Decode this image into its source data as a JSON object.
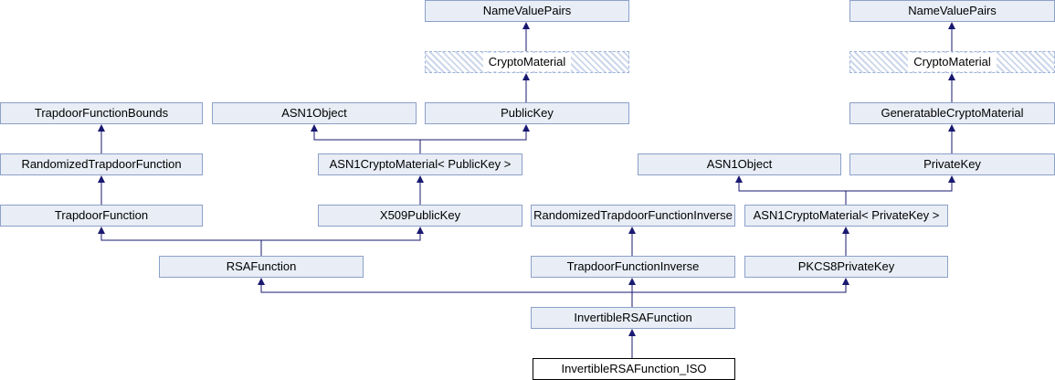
{
  "diagram": {
    "kind": "class-inheritance-graph",
    "main_class": "InvertibleRSAFunction_ISO",
    "colors": {
      "node_fill": "#E8EDF6",
      "node_border": "#8CA0C8",
      "edge": "#191970",
      "hatch_stripe": "#CCD7EB",
      "hatched_border": "#9FB3DA",
      "main_node_border": "#000000",
      "main_node_fill": "#FFFFFF",
      "text": "#000000",
      "background": "#FFFFFF"
    },
    "nodes": [
      {
        "label": "NameValuePairs",
        "style": "normal"
      },
      {
        "label": "CryptoMaterial",
        "style": "hatched"
      },
      {
        "label": "TrapdoorFunctionBounds",
        "style": "normal"
      },
      {
        "label": "ASN1Object",
        "style": "normal"
      },
      {
        "label": "PublicKey",
        "style": "normal"
      },
      {
        "label": "GeneratableCryptoMaterial",
        "style": "normal"
      },
      {
        "label": "RandomizedTrapdoorFunction",
        "style": "normal"
      },
      {
        "label": "ASN1CryptoMaterial< PublicKey >",
        "style": "normal"
      },
      {
        "label": "ASN1Object",
        "style": "normal"
      },
      {
        "label": "PrivateKey",
        "style": "normal"
      },
      {
        "label": "TrapdoorFunction",
        "style": "normal"
      },
      {
        "label": "X509PublicKey",
        "style": "normal"
      },
      {
        "label": "RandomizedTrapdoorFunctionInverse",
        "style": "normal"
      },
      {
        "label": "ASN1CryptoMaterial< PrivateKey >",
        "style": "normal"
      },
      {
        "label": "RSAFunction",
        "style": "normal"
      },
      {
        "label": "TrapdoorFunctionInverse",
        "style": "normal"
      },
      {
        "label": "PKCS8PrivateKey",
        "style": "normal"
      },
      {
        "label": "InvertibleRSAFunction",
        "style": "normal"
      },
      {
        "label": "InvertibleRSAFunction_ISO",
        "style": "main"
      },
      {
        "label": "NameValuePairs",
        "style": "normal"
      },
      {
        "label": "CryptoMaterial",
        "style": "hatched"
      }
    ],
    "edges": [
      {
        "child": "CryptoMaterial",
        "parent": "NameValuePairs",
        "column": "left"
      },
      {
        "child": "PublicKey",
        "parent": "CryptoMaterial",
        "column": "left"
      },
      {
        "child": "RandomizedTrapdoorFunction",
        "parent": "TrapdoorFunctionBounds"
      },
      {
        "child": "TrapdoorFunction",
        "parent": "RandomizedTrapdoorFunction"
      },
      {
        "child": "ASN1CryptoMaterial< PublicKey >",
        "parent": "ASN1Object"
      },
      {
        "child": "ASN1CryptoMaterial< PublicKey >",
        "parent": "PublicKey"
      },
      {
        "child": "X509PublicKey",
        "parent": "ASN1CryptoMaterial< PublicKey >"
      },
      {
        "child": "RSAFunction",
        "parent": "TrapdoorFunction"
      },
      {
        "child": "RSAFunction",
        "parent": "X509PublicKey"
      },
      {
        "child": "CryptoMaterial",
        "parent": "NameValuePairs",
        "column": "right"
      },
      {
        "child": "GeneratableCryptoMaterial",
        "parent": "CryptoMaterial",
        "column": "right"
      },
      {
        "child": "PrivateKey",
        "parent": "GeneratableCryptoMaterial"
      },
      {
        "child": "ASN1CryptoMaterial< PrivateKey >",
        "parent": "ASN1Object"
      },
      {
        "child": "ASN1CryptoMaterial< PrivateKey >",
        "parent": "PrivateKey"
      },
      {
        "child": "TrapdoorFunctionInverse",
        "parent": "RandomizedTrapdoorFunctionInverse"
      },
      {
        "child": "PKCS8PrivateKey",
        "parent": "ASN1CryptoMaterial< PrivateKey >"
      },
      {
        "child": "InvertibleRSAFunction",
        "parent": "RSAFunction"
      },
      {
        "child": "InvertibleRSAFunction",
        "parent": "TrapdoorFunctionInverse"
      },
      {
        "child": "InvertibleRSAFunction",
        "parent": "PKCS8PrivateKey"
      },
      {
        "child": "InvertibleRSAFunction_ISO",
        "parent": "InvertibleRSAFunction"
      }
    ]
  }
}
